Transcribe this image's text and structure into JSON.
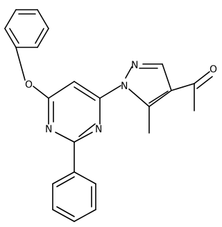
{
  "molecule": {
    "atom_labels": {
      "n_pyrimidine_left": "N",
      "n_pyrimidine_right": "N",
      "n_pyrazole_1": "N",
      "n_pyrazole_2": "N",
      "o_ether": "O",
      "o_carbonyl": "O"
    }
  },
  "colors": {
    "bond": "#000000",
    "background": "#ffffff"
  }
}
